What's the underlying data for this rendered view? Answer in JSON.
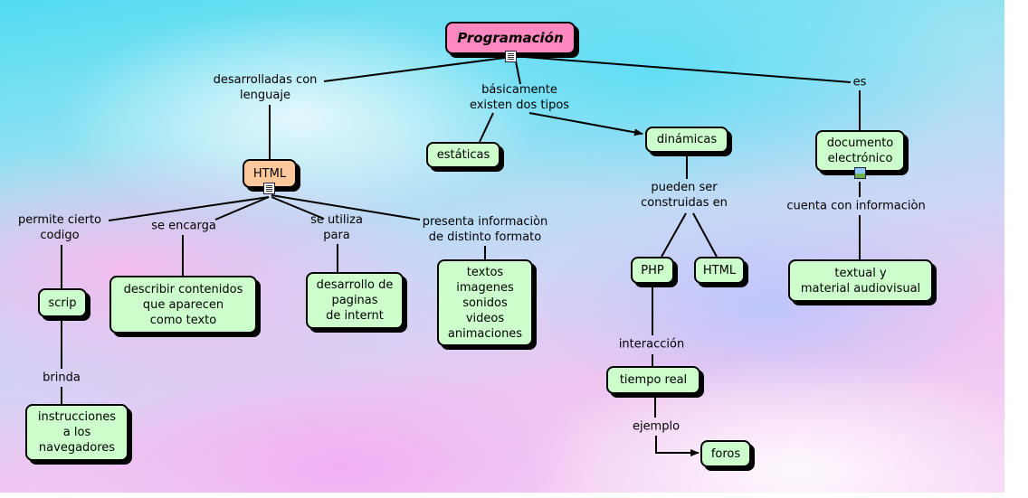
{
  "nodes": {
    "programacion": "Programación",
    "html_main": "HTML",
    "estaticas": "estáticas",
    "dinamicas": "dinámicas",
    "documento": "documento\nelectrónico",
    "scrip": "scrip",
    "describir": "describir contenidos\nque aparecen\ncomo texto",
    "desarrollo": "desarrollo de\npaginas\nde internt",
    "textos": "textos\nimagenes\nsonidos\nvideos\nanimaciones",
    "php": "PHP",
    "html_dyn": "HTML",
    "textual": "textual y\nmaterial audiovisual",
    "instrucciones": "instrucciones\na los\nnavegadores",
    "tiempo_real": "tiempo real",
    "foros": "foros"
  },
  "links": {
    "desarrolladas": "desarrolladas con\nlenguaje",
    "basicamente": "básicamente\nexisten dos tipos",
    "es": "es",
    "permite": "permite cierto\ncodigo",
    "se_encarga": "se encarga",
    "se_utiliza": "se utiliza\npara",
    "presenta": "presenta informaciòn\nde distinto formato",
    "pueden": "pueden ser\nconstruidas en",
    "cuenta": "cuenta con informaciòn",
    "brinda": "brinda",
    "interaccion": "interacción",
    "ejemplo": "ejemplo"
  },
  "icons": {
    "programacion_attachment": "document-icon",
    "html_attachment": "document-icon",
    "documento_attachment": "image-icon"
  },
  "colors": {
    "root_fill": "#ff88c0",
    "html_fill": "#ffc89a",
    "node_fill": "#ccffcc"
  }
}
